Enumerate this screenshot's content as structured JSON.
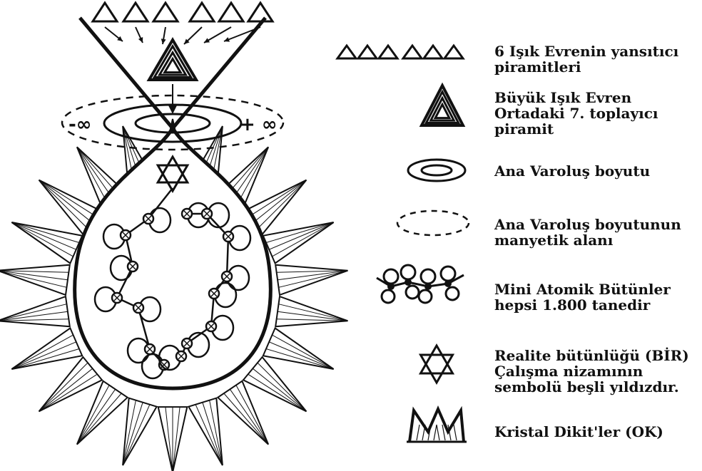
{
  "diagram": {
    "infinity_left": "-∞",
    "infinity_right": "+ ∞"
  },
  "legend": [
    {
      "icon": "six-reflector-pyramids-icon",
      "lines": [
        "6 Işık Evrenin yansıtıcı",
        "piramitleri"
      ]
    },
    {
      "icon": "central-collector-pyramid-icon",
      "lines": [
        "Büyük Işık Evren",
        "Ortadaki 7. toplayıcı",
        "piramit"
      ]
    },
    {
      "icon": "main-existence-dimension-icon",
      "lines": [
        "Ana Varoluş boyutu"
      ]
    },
    {
      "icon": "magnetic-field-dashed-ellipse-icon",
      "lines": [
        "Ana Varoluş boyutunun",
        "manyetik alanı"
      ]
    },
    {
      "icon": "mini-atomic-wholes-chain-icon",
      "lines": [
        "Mini Atomik Bütünler",
        "hepsi 1.800 tanedir"
      ]
    },
    {
      "icon": "six-point-star-icon",
      "lines": [
        "Realite bütünlüğü (BİR)",
        "Çalışma nizamının",
        "sembolü beşli yıldızdır."
      ]
    },
    {
      "icon": "crystal-stalagmites-icon",
      "lines": [
        "Kristal Dikit'ler (OK)"
      ]
    }
  ]
}
